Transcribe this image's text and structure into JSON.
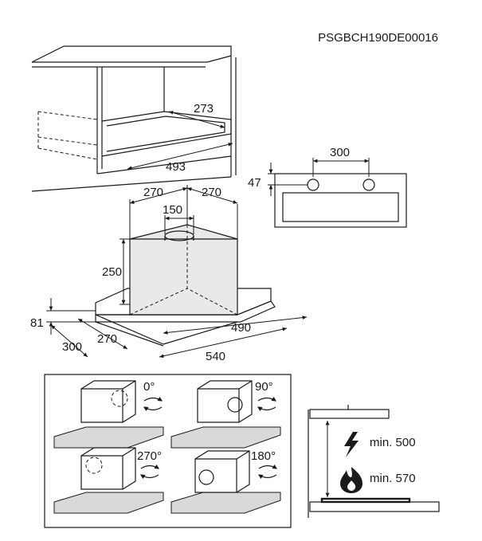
{
  "document_code": "PSGBCH190DE00016",
  "cabinet": {
    "depth_dim": "273",
    "width_dim": "493"
  },
  "mounting_plate": {
    "hole_spacing": "300",
    "hole_height": "47"
  },
  "hood": {
    "left_offset": "270",
    "right_offset": "270",
    "duct_diameter": "150",
    "chimney_height": "250",
    "base_height": "81",
    "depth_outer": "300",
    "depth_inner": "270",
    "width_inner": "490",
    "width_outer": "540"
  },
  "orientation_panel": {
    "options": [
      {
        "angle": "0°"
      },
      {
        "angle": "90°"
      },
      {
        "angle": "270°"
      },
      {
        "angle": "180°"
      }
    ]
  },
  "clearance": {
    "electric_label": "min. 500",
    "gas_label": "min. 570",
    "icons": [
      "lightning-icon",
      "flame-icon"
    ]
  }
}
